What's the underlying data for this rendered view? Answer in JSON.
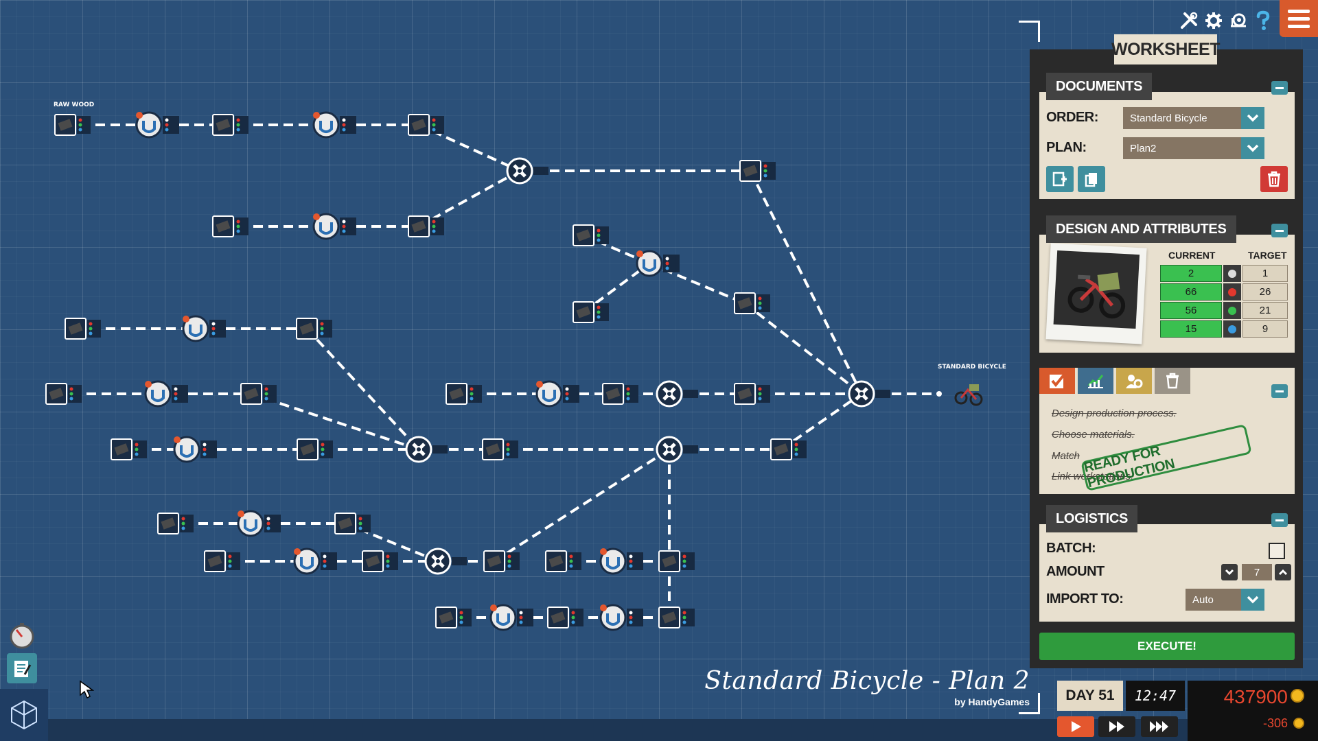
{
  "canvas": {
    "raw_wood_label": "RAW WOOD",
    "output_label": "STANDARD BICYCLE",
    "plan_title": "Standard Bicycle - Plan 2",
    "plan_by": "by HandyGames"
  },
  "top_icons": [
    "tools-icon",
    "gear-icon",
    "snail-icon",
    "help-icon"
  ],
  "worksheet": {
    "title": "WORKSHEET",
    "documents": {
      "header": "DOCUMENTS",
      "order_label": "ORDER:",
      "order_value": "Standard Bicycle",
      "plan_label": "PLAN:",
      "plan_value": "Plan2"
    },
    "design": {
      "header": "DESIGN AND ATTRIBUTES",
      "current_label": "CURRENT",
      "target_label": "TARGET",
      "rows": [
        {
          "current": "2",
          "target": "1",
          "icon": "weight-icon",
          "color": "#dddddd"
        },
        {
          "current": "66",
          "target": "26",
          "icon": "heart-icon",
          "color": "#e2382e"
        },
        {
          "current": "56",
          "target": "21",
          "icon": "leaf-icon",
          "color": "#3ac050"
        },
        {
          "current": "15",
          "target": "9",
          "icon": "wrench-icon",
          "color": "#3a9be0"
        }
      ]
    },
    "tasks": {
      "items": [
        "Design production process.",
        "Choose materials.",
        "Match",
        "Link workstations."
      ],
      "stamp": "READY FOR PRODUCTION"
    },
    "logistics": {
      "header": "LOGISTICS",
      "batch_label": "BATCH:",
      "amount_label": "AMOUNT",
      "amount_value": "7",
      "import_label": "IMPORT TO:",
      "import_value": "Auto"
    },
    "execute_label": "EXECUTE!"
  },
  "status": {
    "day": "DAY 51",
    "time": "12:47",
    "money": "437900",
    "money_delta": "-306"
  },
  "colors": {
    "accent": "#3f8f9e",
    "execute": "#2f9b3d",
    "money": "#e8472f",
    "menu": "#d85a2c"
  }
}
